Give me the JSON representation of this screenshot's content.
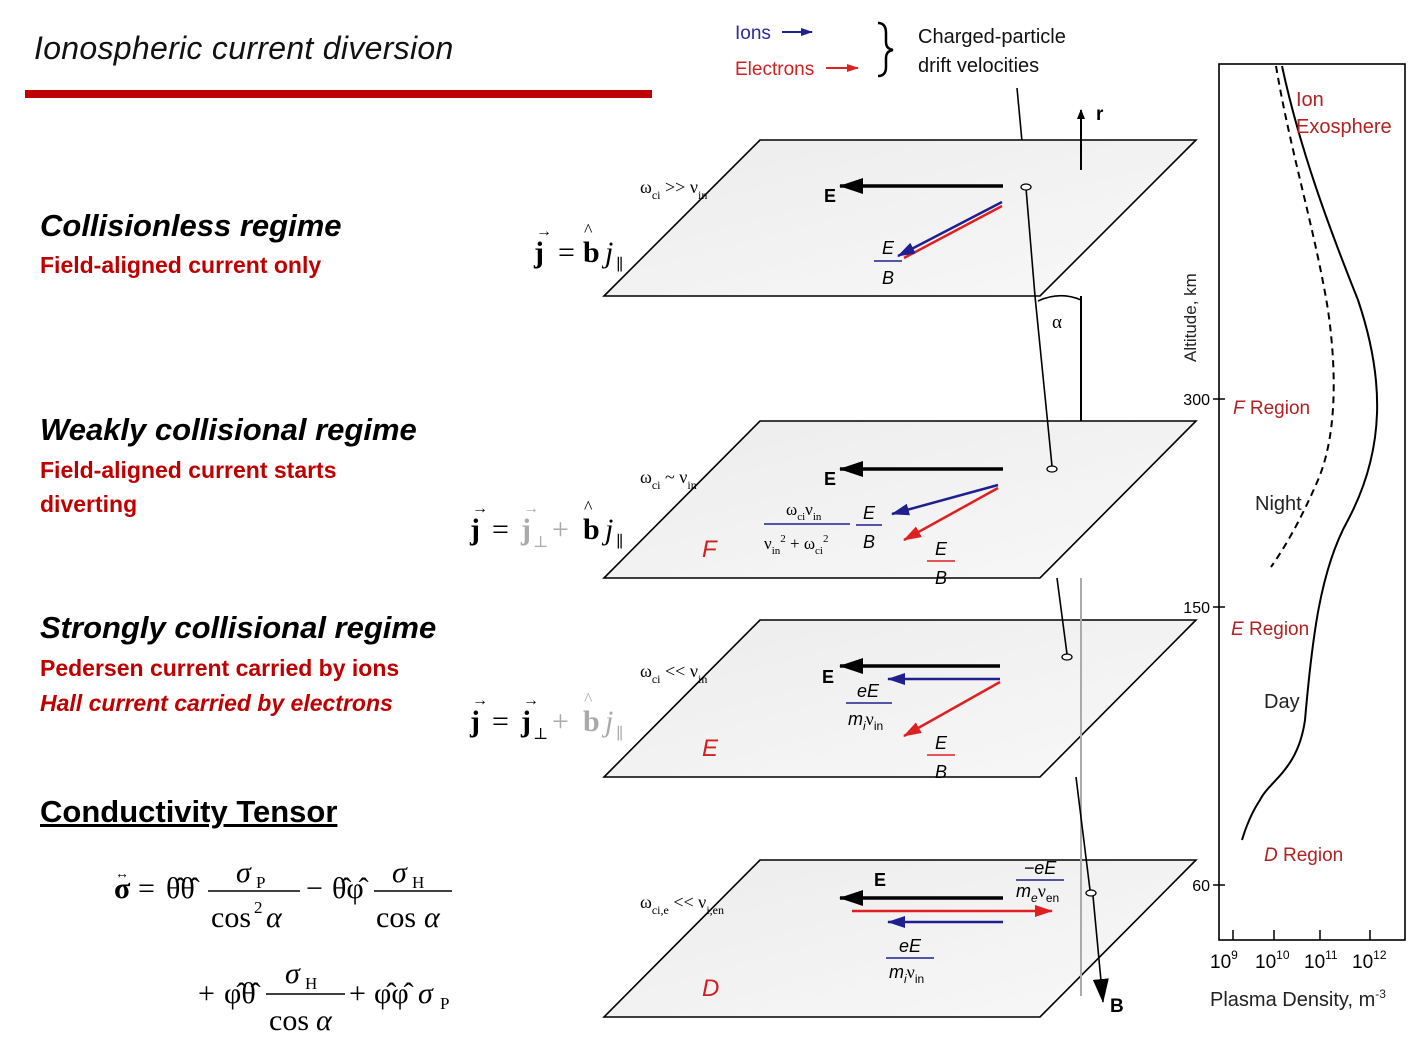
{
  "title": "Ionospheric current diversion",
  "legend": {
    "ions": "Ions",
    "electrons": "Electrons",
    "caption_line1": "Charged-particle",
    "caption_line2": "drift velocities",
    "ion_color": "#1f1f8f",
    "electron_color": "#e02020"
  },
  "regimes": [
    {
      "heading": "Collisionless regime",
      "lines": [
        "Field-aligned current only"
      ]
    },
    {
      "heading": "Weakly collisional regime",
      "lines": [
        "Field-aligned current starts",
        "diverting"
      ]
    },
    {
      "heading": "Strongly collisional regime",
      "lines": [
        "Pedersen current carried by ions",
        "Hall current carried by electrons"
      ]
    }
  ],
  "conductivity": {
    "heading": "Conductivity Tensor"
  },
  "planes": {
    "p1": {
      "cond": [
        "ω",
        "ci",
        " >> ν",
        "in"
      ],
      "label": ""
    },
    "p2": {
      "cond": [
        "ω",
        "ci",
        " ~ ν",
        "in"
      ],
      "label": "F"
    },
    "p3": {
      "cond": [
        "ω",
        "ci",
        " << ν",
        "in"
      ],
      "label": "E"
    },
    "p4": {
      "cond": [
        "ω",
        "ci,e",
        " << ν",
        "i,en"
      ],
      "label": "D"
    }
  },
  "field_labels": {
    "E": "E",
    "B": "B",
    "r": "r",
    "alpha": "α"
  },
  "fractions": {
    "EB_num": "E",
    "EB_den": "B",
    "eE": "eE",
    "neg_eE": "−eE",
    "wci": "ω",
    "ci": "ci",
    "nu": "ν",
    "in": "in",
    "en": "en",
    "mi": "m",
    "i": "i",
    "me": "m",
    "e": "e"
  },
  "profile": {
    "axis_title": "Altitude, km",
    "x_title": "Plasma Density, m",
    "x_title_sup": "-3",
    "alt_ticks": [
      "300",
      "150",
      "60"
    ],
    "density_ticks": [
      {
        "base": "10",
        "exp": "9"
      },
      {
        "base": "10",
        "exp": "10"
      },
      {
        "base": "10",
        "exp": "11"
      },
      {
        "base": "10",
        "exp": "12"
      }
    ],
    "labels": {
      "ion": "Ion",
      "exosphere": "Exosphere",
      "f_region": "F Region",
      "e_region": "E Region",
      "d_region": "D Region",
      "night": "Night",
      "day": "Day",
      "f_letter": "F",
      "e_letter": "E",
      "d_letter": "D",
      "region_word": " Region"
    },
    "label_color": "#b22222"
  }
}
